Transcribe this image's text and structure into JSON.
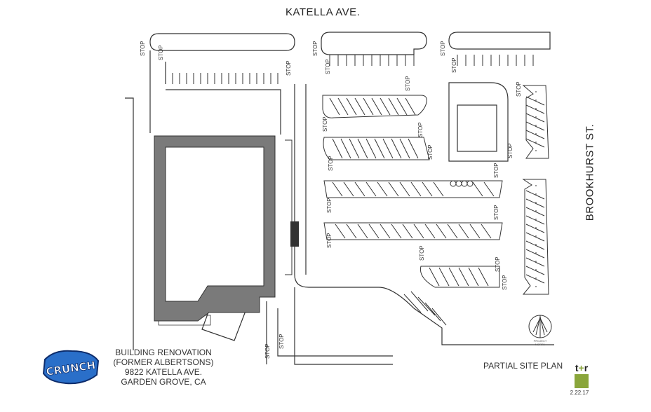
{
  "streets": {
    "north": "KATELLA AVE.",
    "east": "BROOKHURST ST."
  },
  "stop_marking": "STOP",
  "project_info": {
    "line1": "BUILDING RENOVATION",
    "line2": "(FORMER ALBERTSONS)",
    "line3": "9822 KATELLA AVE.",
    "line4": "GARDEN GROVE, CA"
  },
  "sheet_title": "PARTIAL SITE PLAN",
  "north_arrow": {
    "line1": "PROJECT",
    "line2": "NORTH"
  },
  "architect_logo": {
    "mark_t": "t",
    "mark_plus": "+",
    "mark_r": "r",
    "date": "2.22.17"
  },
  "tenant_logo": {
    "text": "CRUNCH",
    "fill_color": "#2a6fc9",
    "outline_color": "#0d2c6b"
  },
  "colors": {
    "building_wall": "#7a7a7a",
    "linework": "#333333",
    "accent_green": "#8aa63b"
  }
}
